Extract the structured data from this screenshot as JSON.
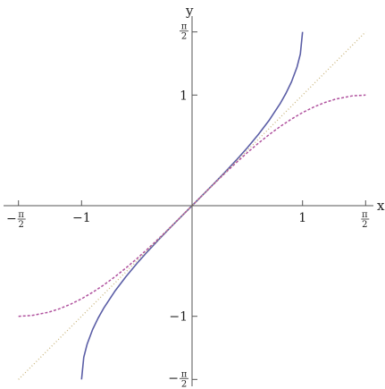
{
  "chart_data": {
    "type": "line",
    "title": "",
    "xlabel": "x",
    "ylabel": "y",
    "xlim": [
      -1.5708,
      1.5708
    ],
    "ylim": [
      -1.5708,
      1.5708
    ],
    "grid": false,
    "x_ticks": [
      {
        "value": -1.5708,
        "sign": "−",
        "num": "π",
        "den": "2"
      },
      {
        "value": -1,
        "label": "−1"
      },
      {
        "value": 1,
        "label": "1"
      },
      {
        "value": 1.5708,
        "sign": "",
        "num": "π",
        "den": "2"
      }
    ],
    "y_ticks": [
      {
        "value": 1.5708,
        "sign": "",
        "num": "π",
        "den": "2"
      },
      {
        "value": 1,
        "label": "1"
      },
      {
        "value": -1,
        "label": "−1"
      },
      {
        "value": -1.5708,
        "sign": "−",
        "num": "π",
        "den": "2"
      }
    ],
    "series": [
      {
        "color": "#5b5ea6",
        "style": "solid",
        "x": [
          -1,
          -0.98,
          -0.95,
          -0.9,
          -0.85,
          -0.8,
          -0.7,
          -0.6,
          -0.5,
          -0.4,
          -0.3,
          -0.2,
          -0.1,
          0,
          0.1,
          0.2,
          0.3,
          0.4,
          0.5,
          0.6,
          0.7,
          0.8,
          0.85,
          0.9,
          0.95,
          0.98,
          1
        ],
        "y": [
          -1.5708,
          -1.3705,
          -1.2532,
          -1.1198,
          -1.016,
          -0.9273,
          -0.7754,
          -0.6435,
          -0.5236,
          -0.4115,
          -0.3047,
          -0.2014,
          -0.1002,
          0,
          0.1002,
          0.2014,
          0.3047,
          0.4115,
          0.5236,
          0.6435,
          0.7754,
          0.9273,
          1.016,
          1.1198,
          1.2532,
          1.3705,
          1.5708
        ]
      },
      {
        "color": "#b0529e",
        "style": "dashed",
        "x": [
          -1.5708,
          -1.45,
          -1.3,
          -1.2,
          -1.1,
          -1,
          -0.9,
          -0.8,
          -0.7,
          -0.6,
          -0.5,
          -0.4,
          -0.3,
          -0.2,
          -0.1,
          0,
          0.1,
          0.2,
          0.3,
          0.4,
          0.5,
          0.6,
          0.7,
          0.8,
          0.9,
          1,
          1.1,
          1.2,
          1.3,
          1.45,
          1.5708
        ],
        "y": [
          -1,
          -0.9927,
          -0.9636,
          -0.932,
          -0.8912,
          -0.8415,
          -0.7833,
          -0.7174,
          -0.6442,
          -0.5646,
          -0.4794,
          -0.3894,
          -0.2955,
          -0.1987,
          -0.0998,
          0,
          0.0998,
          0.1987,
          0.2955,
          0.3894,
          0.4794,
          0.5646,
          0.6442,
          0.7174,
          0.7833,
          0.8415,
          0.8912,
          0.932,
          0.9636,
          0.9927,
          1
        ]
      },
      {
        "color": "#c9b47a",
        "style": "dotted",
        "x": [
          -1.5708,
          1.5708
        ],
        "y": [
          -1.5708,
          1.5708
        ]
      }
    ]
  }
}
